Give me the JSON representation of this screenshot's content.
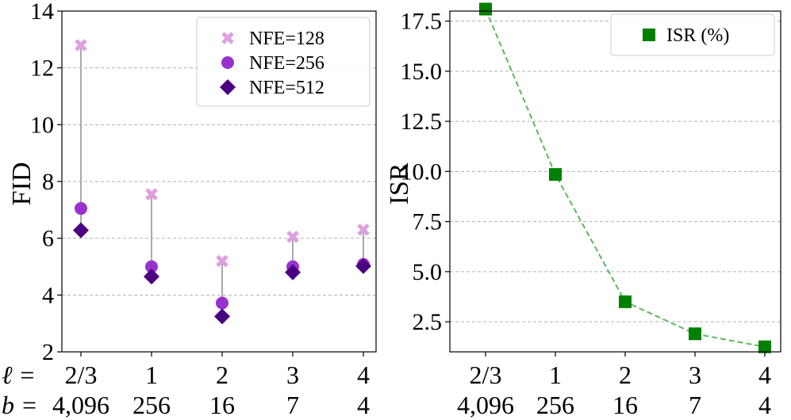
{
  "chart_data": [
    {
      "type": "scatter",
      "title": "",
      "xlabel": "",
      "ylabel": "FID",
      "ylim": [
        2,
        14
      ],
      "yticks": [
        "2",
        "4",
        "6",
        "8",
        "10",
        "12",
        "14"
      ],
      "ytick_values": [
        2,
        4,
        6,
        8,
        10,
        12,
        14
      ],
      "categories": [
        "2/3",
        "1",
        "2",
        "3",
        "4"
      ],
      "grid": "horizontal dashed",
      "legend": "top-right",
      "series": [
        {
          "name": "NFE=128",
          "marker": "x",
          "color": "#dda0dd",
          "values": [
            12.8,
            7.55,
            5.2,
            6.05,
            6.3
          ]
        },
        {
          "name": "NFE=256",
          "marker": "circle",
          "color": "#9932cc",
          "values": [
            7.05,
            5.0,
            3.72,
            5.0,
            5.08
          ]
        },
        {
          "name": "NFE=512",
          "marker": "diamond",
          "color": "#4b0082",
          "values": [
            6.28,
            4.65,
            3.25,
            4.8,
            5.02
          ]
        }
      ],
      "connector_color": "#aaaaaa"
    },
    {
      "type": "line",
      "title": "",
      "xlabel": "",
      "ylabel": "ISR",
      "ylim": [
        1.0,
        18.0
      ],
      "yticks": [
        "2.5",
        "5.0",
        "7.5",
        "10.0",
        "12.5",
        "15.0",
        "17.5"
      ],
      "ytick_values": [
        2.5,
        5.0,
        7.5,
        10.0,
        12.5,
        15.0,
        17.5
      ],
      "categories": [
        "2/3",
        "1",
        "2",
        "3",
        "4"
      ],
      "grid": "horizontal dashed",
      "legend": "top-right",
      "series": [
        {
          "name": "ISR (%)",
          "marker": "square",
          "color": "#008000",
          "line_color": "#5cb85c",
          "values": [
            18.1,
            9.85,
            3.5,
            1.9,
            1.25
          ]
        }
      ]
    }
  ],
  "x_rows": {
    "ell_label": "ℓ =",
    "b_label": "b =",
    "ell_values": [
      "2/3",
      "1",
      "2",
      "3",
      "4"
    ],
    "b_values": [
      "4,096",
      "256",
      "16",
      "7",
      "4"
    ]
  }
}
